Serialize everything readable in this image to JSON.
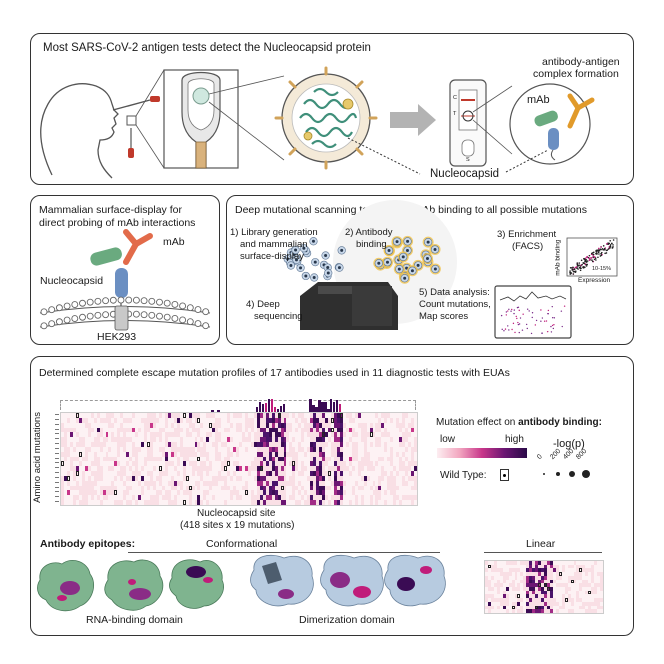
{
  "panel_top": {
    "title": "Most SARS-CoV-2 antigen tests detect the Nucleocapsid protein",
    "complex_label_line1": "antibody-antigen",
    "complex_label_line2": "complex formation",
    "mab_label": "mAb",
    "nucleocapsid_label": "Nucleocapsid",
    "strip_c": "C",
    "strip_t": "T",
    "strip_s": "S"
  },
  "panel_display": {
    "title_line1": "Mammalian surface-display for",
    "title_line2": "direct probing of mAb interactions",
    "mab_label": "mAb",
    "nucleocapsid_label": "Nucleocapsid",
    "cell_label": "HEK293"
  },
  "panel_dms": {
    "title": "Deep mutational scanning to evaluate mAb binding to all possible mutations",
    "step1_line1": "1) Library generation",
    "step1_line2": "and mammalian",
    "step1_line3": "surface-display",
    "step2_line1": "2) Antibody",
    "step2_line2": "binding",
    "step3_line1": "3) Enrichment",
    "step3_line2": "(FACS)",
    "facs_ylabel": "mAb binding",
    "facs_xlabel": "Expression",
    "facs_gate": "10-15%",
    "step4_line1": "4) Deep",
    "step4_line2": "sequencing",
    "step5_line1": "5) Data analysis:",
    "step5_line2": "Count mutations,",
    "step5_line3": "Map scores"
  },
  "panel_bottom": {
    "title": "Determined complete escape mutation profiles of 17 antibodies used in 11 diagnostic tests with EUAs",
    "y_axis_label": "Amino acid mutations",
    "x_axis_label_line1": "Nucleocapsid site",
    "x_axis_label_line2": "(418 sites x 19 mutations)",
    "legend_title": "Mutation effect on ",
    "legend_title_bold": "antibody binding:",
    "legend_low": "low",
    "legend_high": "high",
    "legend_wt": "Wild Type:",
    "legend_p": "-log(p)",
    "legend_p_ticks": [
      "0",
      "200",
      "400",
      "800"
    ],
    "epitopes_label": "Antibody epitopes:",
    "conformational_label": "Conformational",
    "linear_label": "Linear",
    "rbd_label": "RNA-binding domain",
    "dimer_label": "Dimerization domain"
  },
  "colors": {
    "low": "#fbe6ea",
    "high": "#3a0b54",
    "protein_green": "#5f9f7a",
    "protein_blue": "#b9cfe3",
    "accent_magenta": "#c01c7a"
  }
}
